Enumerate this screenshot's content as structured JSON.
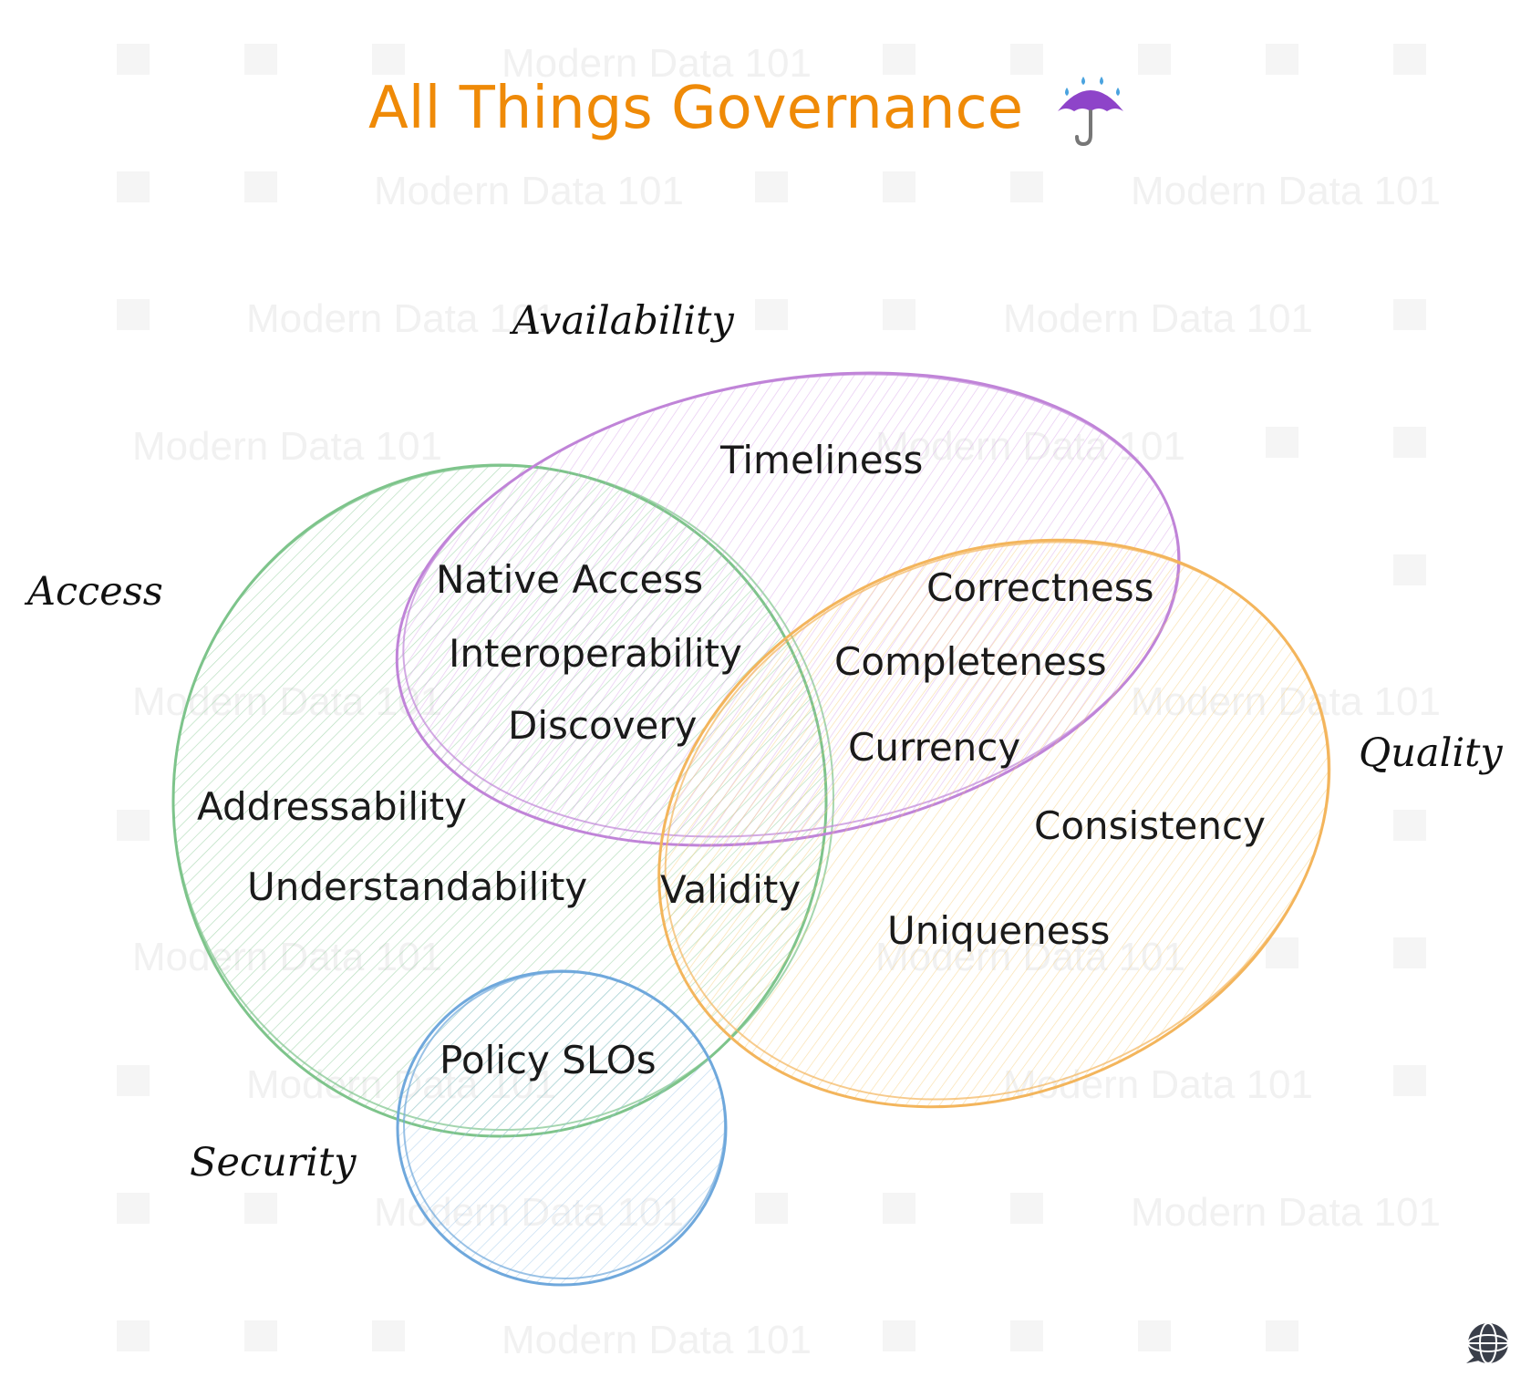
{
  "title": "All Things Governance",
  "title_icon": "umbrella-with-rain-icon",
  "watermark_text": "Modern Data 101",
  "logo_icon": "globe-chat-logo-icon",
  "sets": [
    {
      "id": "availability",
      "label": "Availability",
      "color": "#c084d8"
    },
    {
      "id": "access",
      "label": "Access",
      "color": "#7ec48b"
    },
    {
      "id": "quality",
      "label": "Quality",
      "color": "#f3b55c"
    },
    {
      "id": "security",
      "label": "Security",
      "color": "#6fa8dc"
    }
  ],
  "terms": {
    "timeliness": "Timeliness",
    "native_access": "Native Access",
    "interoperability": "Interoperability",
    "discovery": "Discovery",
    "correctness": "Correctness",
    "completeness": "Completeness",
    "currency": "Currency",
    "addressability": "Addressability",
    "understandability": "Understandability",
    "validity": "Validity",
    "consistency": "Consistency",
    "uniqueness": "Uniqueness",
    "policy_slos": "Policy SLOs"
  }
}
